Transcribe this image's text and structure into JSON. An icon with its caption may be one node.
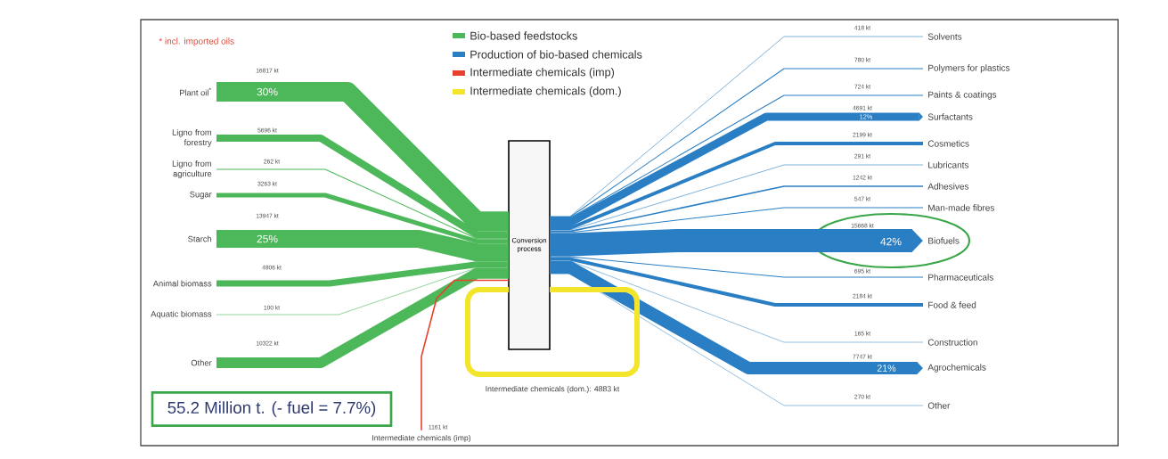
{
  "diagram": {
    "nodes": [
      {
        "text": [
          "Plant oil$^{*}$"
        ]
      },
      {
        "text": [
          "Ligno from forestry"
        ]
      },
      {
        "text": [
          "Ligno from agriculture"
        ]
      },
      {
        "text": [
          "Sugar"
        ]
      },
      {
        "text": [
          "Starch"
        ]
      },
      {
        "text": [
          "Animal biomass"
        ]
      },
      {
        "text": [
          "Aquatic biomass"
        ]
      },
      {
        "text": [
          "Other"
        ]
      },
      {
        "text": [
          "Conversion process"
        ]
      },
      {
        "text": [
          "Solvents"
        ]
      },
      {
        "text": [
          "Polymers for plastics"
        ]
      },
      {
        "text": [
          "Paints & coatings"
        ]
      },
      {
        "text": [
          "Surfactants"
        ]
      },
      {
        "text": [
          "Cosmetics"
        ]
      },
      {
        "text": [
          "Lubricants"
        ]
      },
      {
        "text": [
          "Adhesives"
        ]
      },
      {
        "text": [
          "Man-made fibres"
        ]
      },
      {
        "text": [
          "Biofuels"
        ]
      },
      {
        "text": [
          "Pharmaceuticals"
        ]
      },
      {
        "text": [
          "Food & feed"
        ]
      },
      {
        "text": [
          "Construction"
        ]
      },
      {
        "text": [
          "Agrochemicals"
        ]
      },
      {
        "text": [
          "Other"
        ]
      },
      {
        "text": [
          "Intermediate chemicals (imp)"
        ]
      },
      {
        "text": [
          "55.2 Million t. (- fuel = 7.7%)"
        ]
      }
    ],
    "edges": [
      {
        "from": 0,
        "to": 8,
        "arrow": "none",
        "label": "30%",
        "style": "thick",
        "color": "#4cb85a"
      },
      {
        "from": 1,
        "to": 8,
        "arrow": "none",
        "style": "thick",
        "color": "#4cb85a"
      },
      {
        "from": 2,
        "to": 8,
        "arrow": "none",
        "color": "#4cb85a"
      },
      {
        "from": 3,
        "to": 8,
        "arrow": "none",
        "style": "thick",
        "color": "#4cb85a"
      },
      {
        "from": 4,
        "to": 8,
        "arrow": "none",
        "label": "25%",
        "style": "thick",
        "color": "#4cb85a"
      },
      {
        "from": 5,
        "to": 8,
        "arrow": "none",
        "style": "thick",
        "color": "#4cb85a"
      },
      {
        "from": 6,
        "to": 8,
        "arrow": "none",
        "color": "#4cb85a"
      },
      {
        "from": 7,
        "to": 8,
        "arrow": "none",
        "style": "thick",
        "color": "#4cb85a"
      },
      {
        "from": 8,
        "to": 9,
        "arrow": "none"
      },
      {
        "from": 8,
        "to": 10,
        "arrow": "none"
      },
      {
        "from": 8,
        "to": 11,
        "arrow": "none"
      },
      {
        "from": 8,
        "to": 12,
        "arrow": "to",
        "label": "12%",
        "style": "thick"
      },
      {
        "from": 8,
        "to": 13,
        "arrow": "none",
        "style": "thick"
      },
      {
        "from": 8,
        "to": 14,
        "arrow": "none"
      },
      {
        "from": 8,
        "to": 15,
        "arrow": "none"
      },
      {
        "from": 8,
        "to": 16,
        "arrow": "none"
      },
      {
        "from": 8,
        "to": 17,
        "arrow": "to",
        "label": "42%",
        "style": "thick"
      },
      {
        "from": 8,
        "to": 18,
        "arrow": "none"
      },
      {
        "from": 8,
        "to": 19,
        "arrow": "none",
        "style": "thick"
      },
      {
        "from": 8,
        "to": 20,
        "arrow": "none"
      },
      {
        "from": 8,
        "to": 21,
        "arrow": "to",
        "label": "21%",
        "style": "thick"
      },
      {
        "from": 8,
        "to": 22,
        "arrow": "none"
      },
      {
        "from": 23,
        "to": 8,
        "arrow": "none",
        "color": "#e8412c"
      },
      {
        "from": 8,
        "to": 8,
        "arrow": "none",
        "label": "Intermediate chemicals (dom.): 4883 kt",
        "style": "thick",
        "color": "#f2e52c"
      }
    ],
    "labels": [
      "* incl. imported oils",
      "16817 kt",
      "5696 kt",
      "262 kt",
      "3263 kt",
      "13947 kt",
      "4806 kt",
      "100 kt",
      "10322 kt",
      "418 kt",
      "780 kt",
      "724 kt",
      "4691 kt",
      "2199 kt",
      "291 kt",
      "1242 kt",
      "547 kt",
      "15668 kt",
      "695 kt",
      "2184 kt",
      "165 kt",
      "7747 kt",
      "270 kt",
      "1161 kt"
    ],
    "legend": [
      {
        "text": "Bio-based feedstocks",
        "color": "#4cb85a"
      },
      {
        "text": "Production of bio-based chemicals",
        "color": "#2a7fc4"
      },
      {
        "text": "Intermediate chemicals (imp)",
        "color": "#e8412c"
      },
      {
        "text": "Intermediate chemicals (dom.)",
        "color": "#f2e52c"
      }
    ]
  }
}
